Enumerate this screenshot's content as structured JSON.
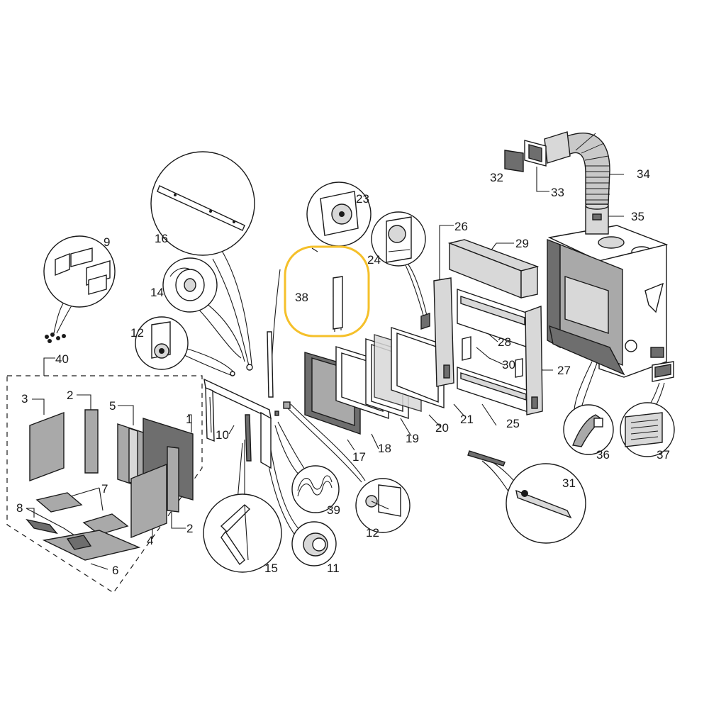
{
  "diagram": {
    "callouts": [
      {
        "id": "c1",
        "text": "1"
      },
      {
        "id": "c2a",
        "text": "2"
      },
      {
        "id": "c2b",
        "text": "2"
      },
      {
        "id": "c3",
        "text": "3"
      },
      {
        "id": "c4",
        "text": "4"
      },
      {
        "id": "c5",
        "text": "5"
      },
      {
        "id": "c6",
        "text": "6"
      },
      {
        "id": "c7",
        "text": "7"
      },
      {
        "id": "c8",
        "text": "8"
      },
      {
        "id": "c9",
        "text": "9"
      },
      {
        "id": "c10",
        "text": "10"
      },
      {
        "id": "c11",
        "text": "11"
      },
      {
        "id": "c12a",
        "text": "12"
      },
      {
        "id": "c12b",
        "text": "12"
      },
      {
        "id": "c14",
        "text": "14"
      },
      {
        "id": "c15",
        "text": "15"
      },
      {
        "id": "c16",
        "text": "16"
      },
      {
        "id": "c17",
        "text": "17"
      },
      {
        "id": "c18",
        "text": "18"
      },
      {
        "id": "c19",
        "text": "19"
      },
      {
        "id": "c20",
        "text": "20"
      },
      {
        "id": "c21",
        "text": "21"
      },
      {
        "id": "c23",
        "text": "23"
      },
      {
        "id": "c24",
        "text": "24"
      },
      {
        "id": "c25",
        "text": "25"
      },
      {
        "id": "c26",
        "text": "26"
      },
      {
        "id": "c27",
        "text": "27"
      },
      {
        "id": "c28",
        "text": "28"
      },
      {
        "id": "c29",
        "text": "29"
      },
      {
        "id": "c30",
        "text": "30"
      },
      {
        "id": "c31",
        "text": "31"
      },
      {
        "id": "c32",
        "text": "32"
      },
      {
        "id": "c33",
        "text": "33"
      },
      {
        "id": "c34",
        "text": "34"
      },
      {
        "id": "c35",
        "text": "35"
      },
      {
        "id": "c36",
        "text": "36"
      },
      {
        "id": "c37",
        "text": "37"
      },
      {
        "id": "c38",
        "text": "38"
      },
      {
        "id": "c39",
        "text": "39"
      },
      {
        "id": "c40",
        "text": "40"
      }
    ],
    "highlight": {
      "part": "38",
      "color": "#f5c02a"
    },
    "colors": {
      "line": "#1a1a1a",
      "dark_fill": "#6e6e6e",
      "mid_fill": "#a9a9a9",
      "light_fill": "#d8d8d8"
    }
  }
}
